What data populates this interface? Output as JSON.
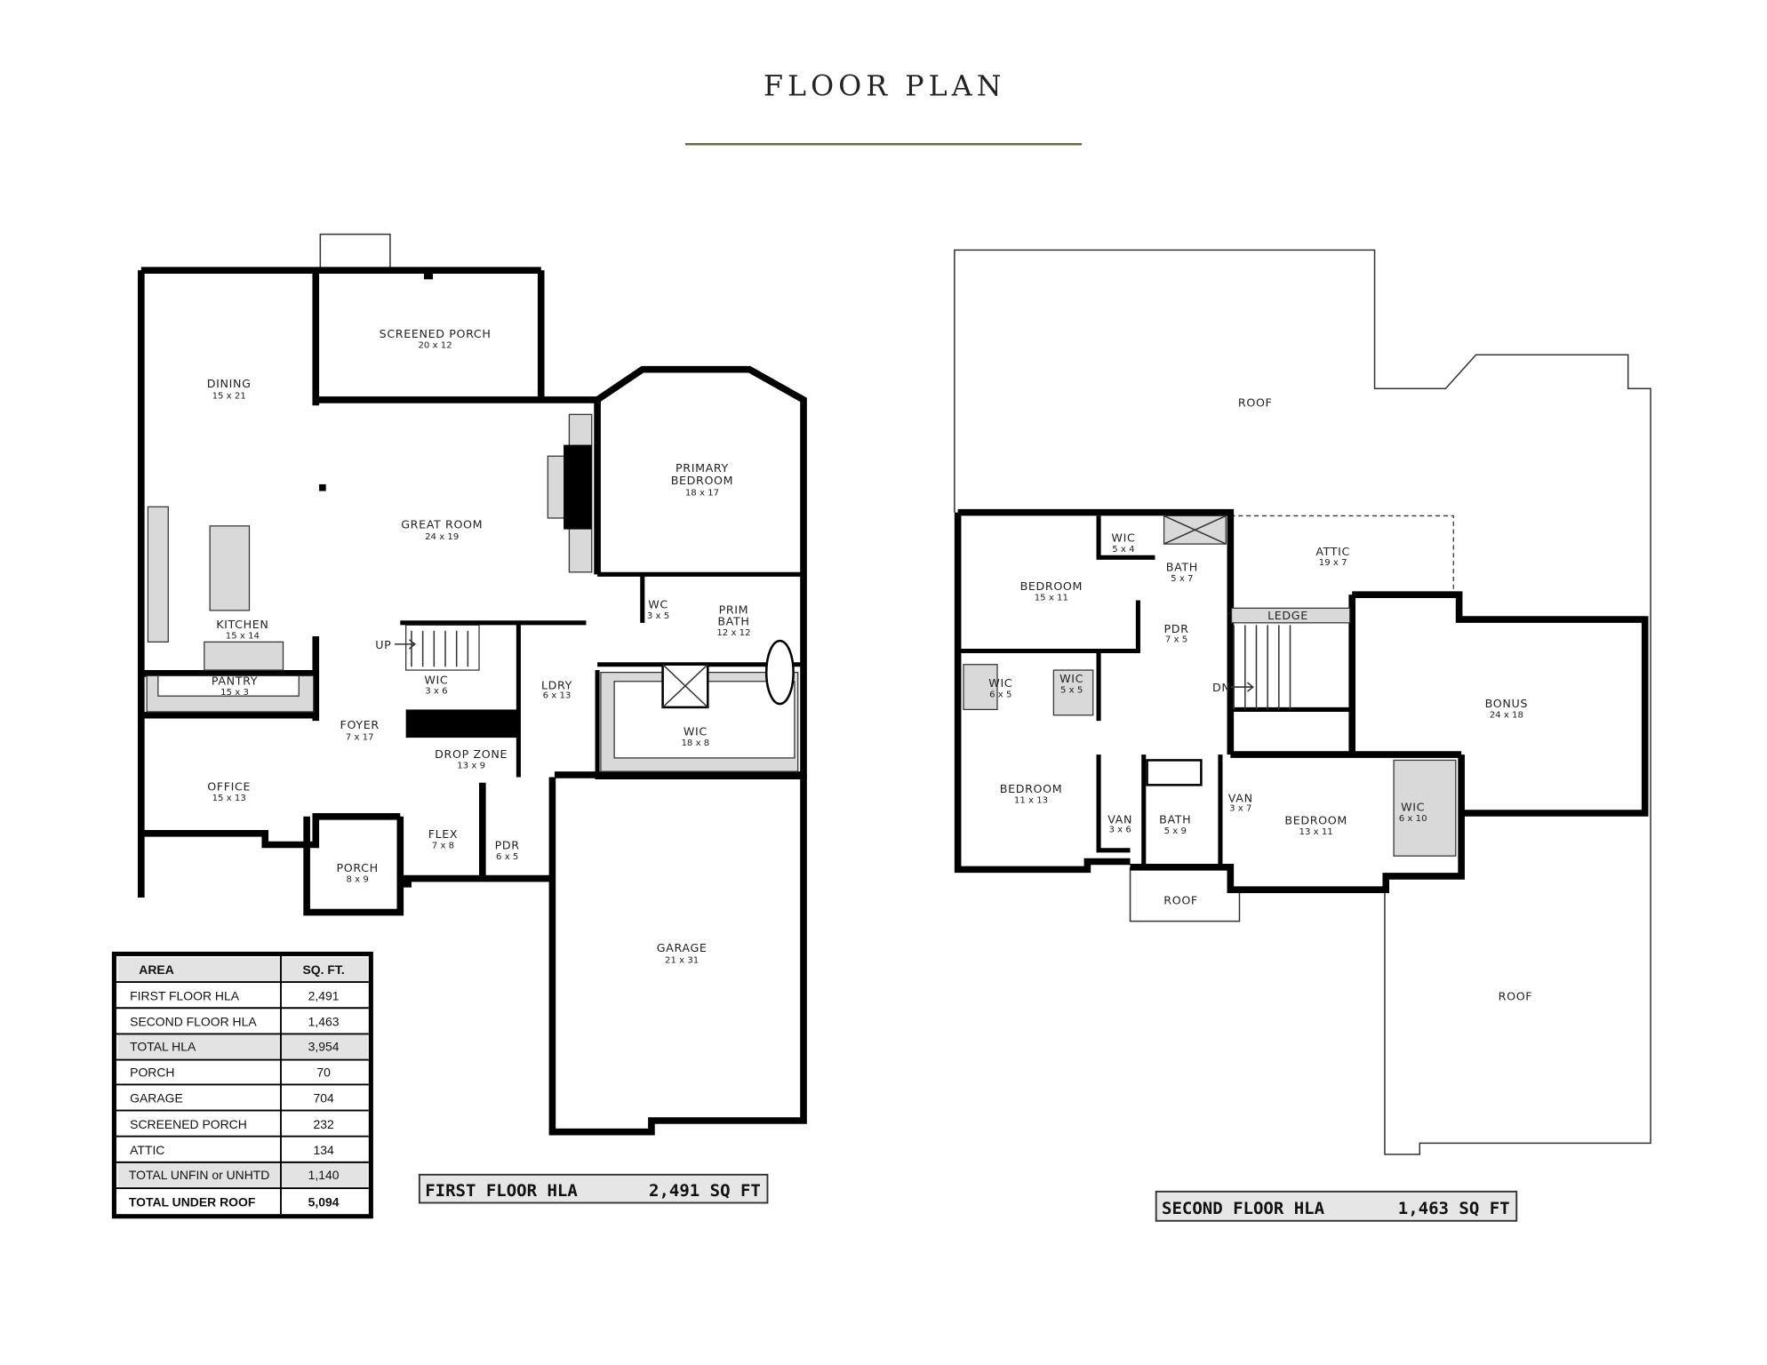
{
  "title": "FLOOR PLAN",
  "accent_line_color": "#6b6b4a",
  "first_floor": {
    "summary_label": "FIRST FLOOR HLA",
    "summary_value": "2,491 SQ FT",
    "stairs_label": "UP",
    "rooms": [
      {
        "l1": "DINING",
        "dims": "15 x 21"
      },
      {
        "l1": "SCREENED PORCH",
        "dims": "20 x 12"
      },
      {
        "l1": "GREAT ROOM",
        "dims": "24 x 19"
      },
      {
        "l1": "PRIMARY",
        "l2": "BEDROOM",
        "dims": "18 x 17"
      },
      {
        "l1": "KITCHEN",
        "dims": "15 x 14"
      },
      {
        "l1": "WC",
        "dims": "3 x 5"
      },
      {
        "l1": "PRIM",
        "l2": "BATH",
        "dims": "12 x 12"
      },
      {
        "l1": "PANTRY",
        "dims": "15 x 3"
      },
      {
        "l1": "WIC",
        "dims": "3 x 6"
      },
      {
        "l1": "LDRY",
        "dims": "6 x 13"
      },
      {
        "l1": "WIC",
        "dims": "18 x 8"
      },
      {
        "l1": "FOYER",
        "dims": "7 x 17"
      },
      {
        "l1": "DROP ZONE",
        "dims": "13 x 9"
      },
      {
        "l1": "OFFICE",
        "dims": "15 x 13"
      },
      {
        "l1": "FLEX",
        "dims": "7 x 8"
      },
      {
        "l1": "PDR",
        "dims": "6 x 5"
      },
      {
        "l1": "PORCH",
        "dims": "8 x 9"
      },
      {
        "l1": "GARAGE",
        "dims": "21 x 31"
      }
    ]
  },
  "second_floor": {
    "summary_label": "SECOND FLOOR HLA",
    "summary_value": "1,463 SQ FT",
    "stairs_label": "DN",
    "ledge_label": "LEDGE",
    "roof_label": "ROOF",
    "rooms": [
      {
        "l1": "BEDROOM",
        "dims": "15 x 11"
      },
      {
        "l1": "WIC",
        "dims": "5 x 4"
      },
      {
        "l1": "BATH",
        "dims": "5 x 7"
      },
      {
        "l1": "ATTIC",
        "dims": "19 x 7"
      },
      {
        "l1": "PDR",
        "dims": "7 x 5"
      },
      {
        "l1": "WIC",
        "dims": "6 x 5"
      },
      {
        "l1": "WIC",
        "dims": "5 x 5"
      },
      {
        "l1": "BONUS",
        "dims": "24 x 18"
      },
      {
        "l1": "BEDROOM",
        "dims": "11 x 13"
      },
      {
        "l1": "VAN",
        "dims": "3 x 6"
      },
      {
        "l1": "BATH",
        "dims": "5 x 9"
      },
      {
        "l1": "VAN",
        "dims": "3 x 7"
      },
      {
        "l1": "BEDROOM",
        "dims": "13 x 11"
      },
      {
        "l1": "WIC",
        "dims": "6 x 10"
      }
    ]
  },
  "area_table": {
    "headers": [
      "AREA",
      "SQ. FT."
    ],
    "rows": [
      [
        "FIRST FLOOR HLA",
        "2,491"
      ],
      [
        "SECOND FLOOR HLA",
        "1,463"
      ],
      [
        "TOTAL HLA",
        "3,954"
      ],
      [
        "PORCH",
        "70"
      ],
      [
        "GARAGE",
        "704"
      ],
      [
        "SCREENED PORCH",
        "232"
      ],
      [
        "ATTIC",
        "134"
      ],
      [
        "TOTAL UNFIN or UNHTD",
        "1,140"
      ],
      [
        "TOTAL UNDER ROOF",
        "5,094"
      ]
    ]
  }
}
